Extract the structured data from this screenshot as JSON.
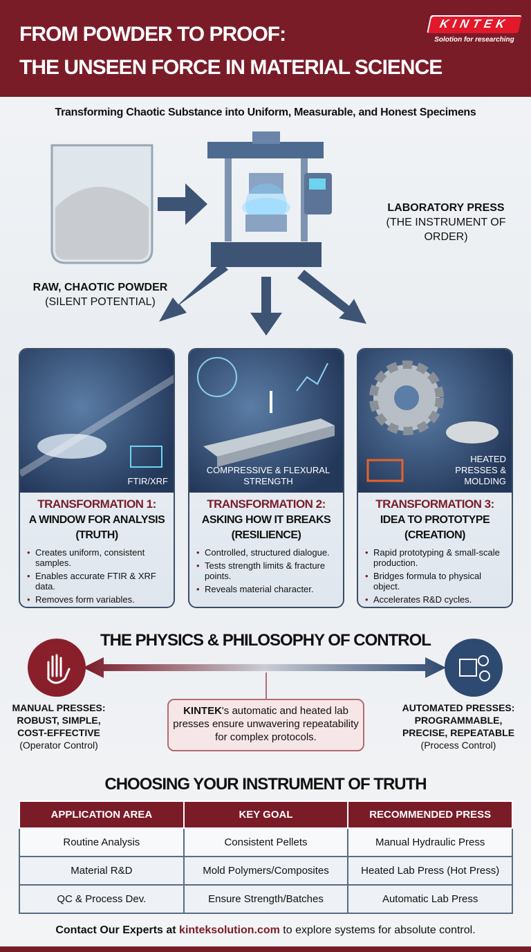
{
  "header": {
    "title_line1": "FROM POWDER TO PROOF:",
    "title_line2": "THE UNSEEN FORCE IN MATERIAL SCIENCE",
    "logo_text": "KINTEK",
    "logo_tagline": "Solotion for researching",
    "brand_color": "#7a1c28"
  },
  "subtitle": "Transforming Chaotic Substance into Uniform, Measurable, and Honest Specimens",
  "hero": {
    "powder_label": "RAW, CHAOTIC POWDER",
    "powder_sublabel": "(SILENT POTENTIAL)",
    "press_label": "LABORATORY PRESS",
    "press_sublabel": "(THE INSTRUMENT OF ORDER)"
  },
  "cards": [
    {
      "caption": "FTIR/XRF",
      "heading": "TRANSFORMATION 1:",
      "title": "A WINDOW FOR ANALYSIS",
      "subtitle": "(TRUTH)",
      "bullets": [
        "Creates uniform, consistent samples.",
        "Enables accurate FTIR & XRF data.",
        "Removes form variables."
      ]
    },
    {
      "caption": "COMPRESSIVE & FLEXURAL STRENGTH",
      "heading": "TRANSFORMATION 2:",
      "title": "ASKING HOW IT BREAKS",
      "subtitle": "(RESILIENCE)",
      "bullets": [
        "Controlled, structured dialogue.",
        "Tests strength limits & fracture points.",
        "Reveals material character."
      ]
    },
    {
      "caption": "HEATED PRESSES & MOLDING",
      "heading": "TRANSFORMATION 3:",
      "title": "IDEA TO PROTOTYPE",
      "subtitle": "(CREATION)",
      "bullets": [
        "Rapid prototyping & small-scale production.",
        "Bridges formula to physical object.",
        "Accelerates R&D cycles."
      ]
    }
  ],
  "control": {
    "title": "THE PHYSICS & PHILOSOPHY OF CONTROL",
    "manual": {
      "l1": "MANUAL PRESSES:",
      "l2": "ROBUST, SIMPLE,",
      "l3": "COST-EFFECTIVE",
      "l4": "(Operator Control)",
      "icon": "hand-icon"
    },
    "automated": {
      "l1": "AUTOMATED PRESSES:",
      "l2": "PROGRAMMABLE,",
      "l3": "PRECISE, REPEATABLE",
      "l4": "(Process Control)",
      "icon": "chip-gear-icon"
    },
    "callout_brand": "KINTEK",
    "callout_text": "'s automatic and heated lab presses ensure unwavering repeatability for complex protocols."
  },
  "table": {
    "title": "CHOOSING YOUR INSTRUMENT OF TRUTH",
    "headers": [
      "APPLICATION AREA",
      "KEY GOAL",
      "RECOMMENDED PRESS"
    ],
    "rows": [
      [
        "Routine Analysis",
        "Consistent Pellets",
        "Manual Hydraulic Press"
      ],
      [
        "Material R&D",
        "Mold Polymers/Composites",
        "Heated Lab Press (Hot Press)"
      ],
      [
        "QC & Process Dev.",
        "Ensure Strength/Batches",
        "Automatic Lab Press"
      ]
    ]
  },
  "footer": {
    "lead": "Contact Our Experts at",
    "url": "kinteksolution.com",
    "tail": "to explore systems for absolute control."
  }
}
